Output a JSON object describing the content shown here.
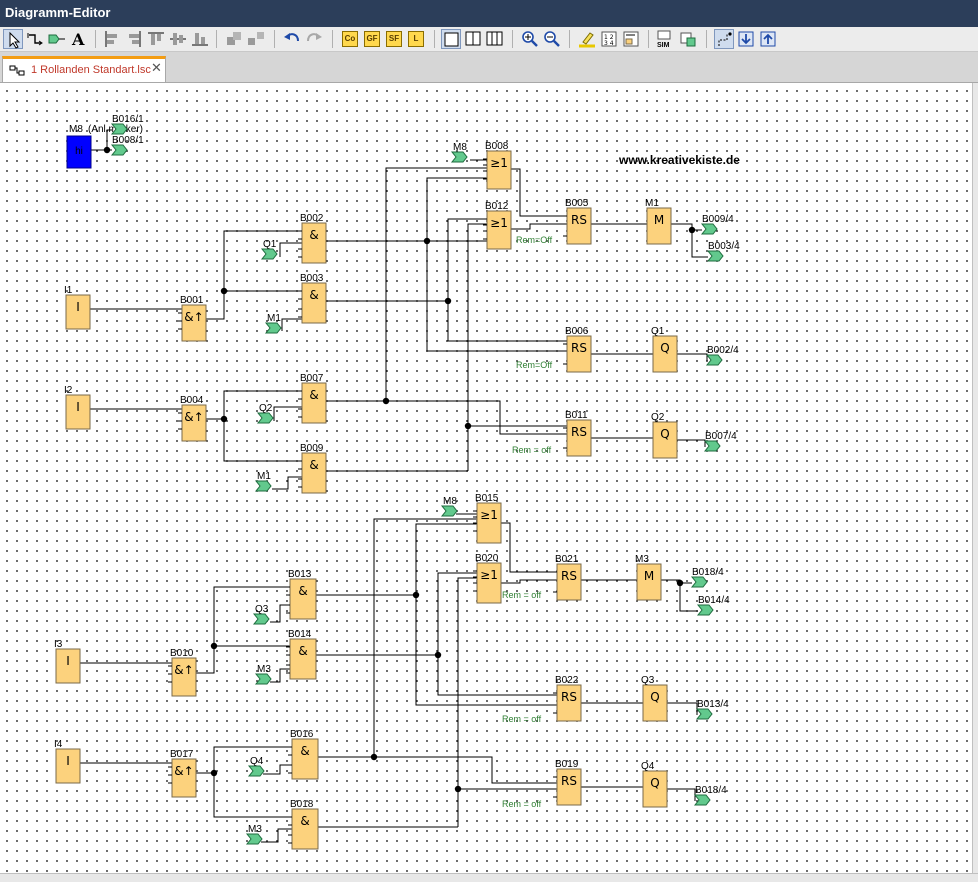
{
  "window": {
    "title": "Diagramm-Editor"
  },
  "toolbar": {
    "buttons": [
      {
        "icon": "select-arrow-icon"
      },
      {
        "icon": "connect-icon"
      },
      {
        "icon": "flag-connector-icon"
      },
      {
        "icon": "text-tool-icon",
        "label": "A"
      },
      {
        "icon": "align-left-icon"
      },
      {
        "icon": "align-right-icon"
      },
      {
        "icon": "align-top-icon"
      },
      {
        "icon": "align-middle-icon"
      },
      {
        "icon": "align-bottom-icon"
      },
      {
        "icon": "group-icon"
      },
      {
        "icon": "ungroup-icon"
      },
      {
        "icon": "undo-icon"
      },
      {
        "icon": "redo-icon"
      },
      {
        "icon": "co-constants-icon",
        "label": "Co"
      },
      {
        "icon": "gf-functions-icon",
        "label": "GF"
      },
      {
        "icon": "sf-functions-icon",
        "label": "SF"
      },
      {
        "icon": "l-functions-icon",
        "label": "L"
      },
      {
        "icon": "single-view-icon"
      },
      {
        "icon": "double-view-icon"
      },
      {
        "icon": "triple-view-icon"
      },
      {
        "icon": "zoom-in-icon"
      },
      {
        "icon": "zoom-out-icon"
      },
      {
        "icon": "highlight-icon"
      },
      {
        "icon": "numbering-icon"
      },
      {
        "icon": "parameter-icon"
      },
      {
        "icon": "simulation-icon",
        "label": "SIM"
      },
      {
        "icon": "online-test-icon"
      },
      {
        "icon": "route-connections-icon"
      },
      {
        "icon": "download-icon"
      },
      {
        "icon": "upload-icon"
      }
    ]
  },
  "tab": {
    "label": "1 Rollanden Standart.lsc",
    "close": "✕"
  },
  "website": "www.kreativekiste.de",
  "palette": {
    "block": "#fcd27d",
    "flag": "#62c98d",
    "marker_block": "#0000ff",
    "titlebar": "#2c3e5a",
    "rem_text": "#2e7d32"
  },
  "diagram": {
    "marker": {
      "label": "M8",
      "note": "(Anl merker)",
      "glyph": "hi"
    },
    "blocks": {
      "I1": "I",
      "I2": "I",
      "I3": "I",
      "I4": "I",
      "B001": "&↑",
      "B004": "&↑",
      "B010": "&↑",
      "B017": "&↑",
      "B002": "&",
      "B003": "&",
      "B007": "&",
      "B009": "&",
      "B013": "&",
      "B014": "&",
      "B016": "&",
      "B018": "&",
      "B008": "≥1",
      "B012": "≥1",
      "B015": "≥1",
      "B020": "≥1",
      "B005": "RS",
      "B006": "RS",
      "B011": "RS",
      "B021": "RS",
      "B022": "RS",
      "B019": "RS",
      "M1": "M",
      "M3": "M",
      "Q1": "Q",
      "Q2": "Q",
      "Q3": "Q",
      "Q4": "Q"
    },
    "flags_in": [
      "Q1",
      "M1",
      "Q2",
      "M1",
      "M8",
      "Q3",
      "M3",
      "Q4",
      "M3",
      "M8"
    ],
    "flags_out": [
      "B016/1",
      "B008/1",
      "B009/4",
      "B003/4",
      "B002/4",
      "B007/4",
      "B018/4",
      "B014/4",
      "B013/4",
      "B018/4"
    ],
    "rem_labels": [
      "Rem=Off",
      "Rem=Off",
      "Rem = off",
      "Rem = off",
      "Rem = off",
      "Rem = off"
    ]
  }
}
